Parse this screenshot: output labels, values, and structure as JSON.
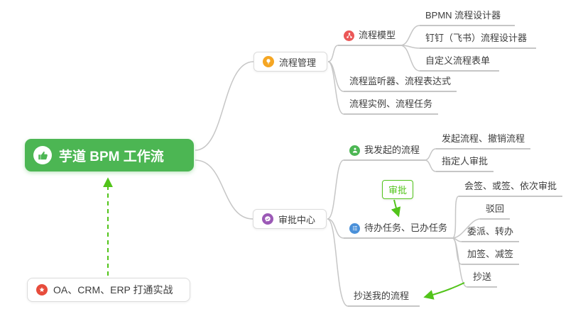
{
  "colors": {
    "root_green": "#4CB653",
    "accent_green": "#52C41A",
    "connector_gray": "#C6C6C6",
    "orange": "#F5A623",
    "red": "#EB5757",
    "blue": "#4A90D9",
    "purple": "#9B59B6",
    "star_red": "#E74C3C",
    "text_dark": "#3D3D3D"
  },
  "icons": {
    "root": "thumbs-up-icon",
    "process_management": "lightbulb-icon",
    "process_model": "share-nodes-icon",
    "approval_center": "chat-check-icon",
    "my_initiated": "person-icon",
    "tasks": "checklist-icon",
    "integration": "star-icon"
  },
  "root": {
    "label": "芋道 BPM 工作流"
  },
  "branch1": {
    "label": "流程管理",
    "model": {
      "label": "流程模型",
      "children": [
        "BPMN 流程设计器",
        "钉钉（飞书）流程设计器",
        "自定义流程表单"
      ]
    },
    "listener": "流程监听器、流程表达式",
    "instance": "流程实例、流程任务"
  },
  "branch2": {
    "label": "审批中心",
    "initiated": {
      "label": "我发起的流程",
      "children": [
        "发起流程、撤销流程",
        "指定人审批"
      ]
    },
    "tasks": {
      "label": "待办任务、已办任务",
      "children": [
        "会签、或签、依次审批",
        "驳回",
        "委派、转办",
        "加签、减签",
        "抄送"
      ]
    },
    "cc": "抄送我的流程"
  },
  "floating": {
    "label": "OA、CRM、ERP 打通实战"
  },
  "badge": {
    "label": "审批"
  }
}
